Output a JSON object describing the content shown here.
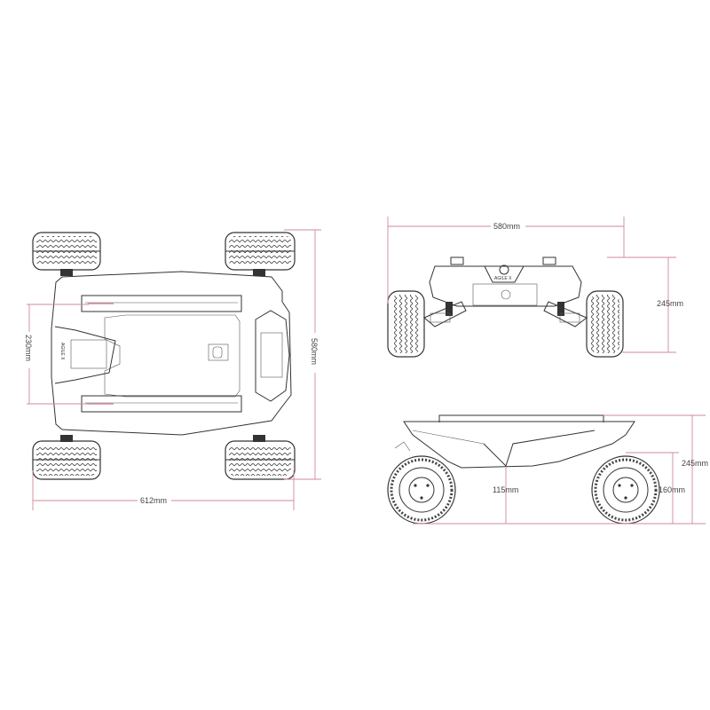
{
  "title": "Robot chassis dimension drawing",
  "logo_text": "AGILE X",
  "top_view": {
    "length_label": "612mm",
    "width_label": "580mm",
    "rail_spacing_label": "230mm"
  },
  "front_view": {
    "width_label": "580mm",
    "height_label": "245mm"
  },
  "side_view": {
    "height_label": "245mm",
    "wheel_diameter_label": "160mm",
    "ground_clearance_label": "115mm"
  },
  "colors": {
    "dimension_line": "#d08a98",
    "drawing_line": "#333333"
  }
}
